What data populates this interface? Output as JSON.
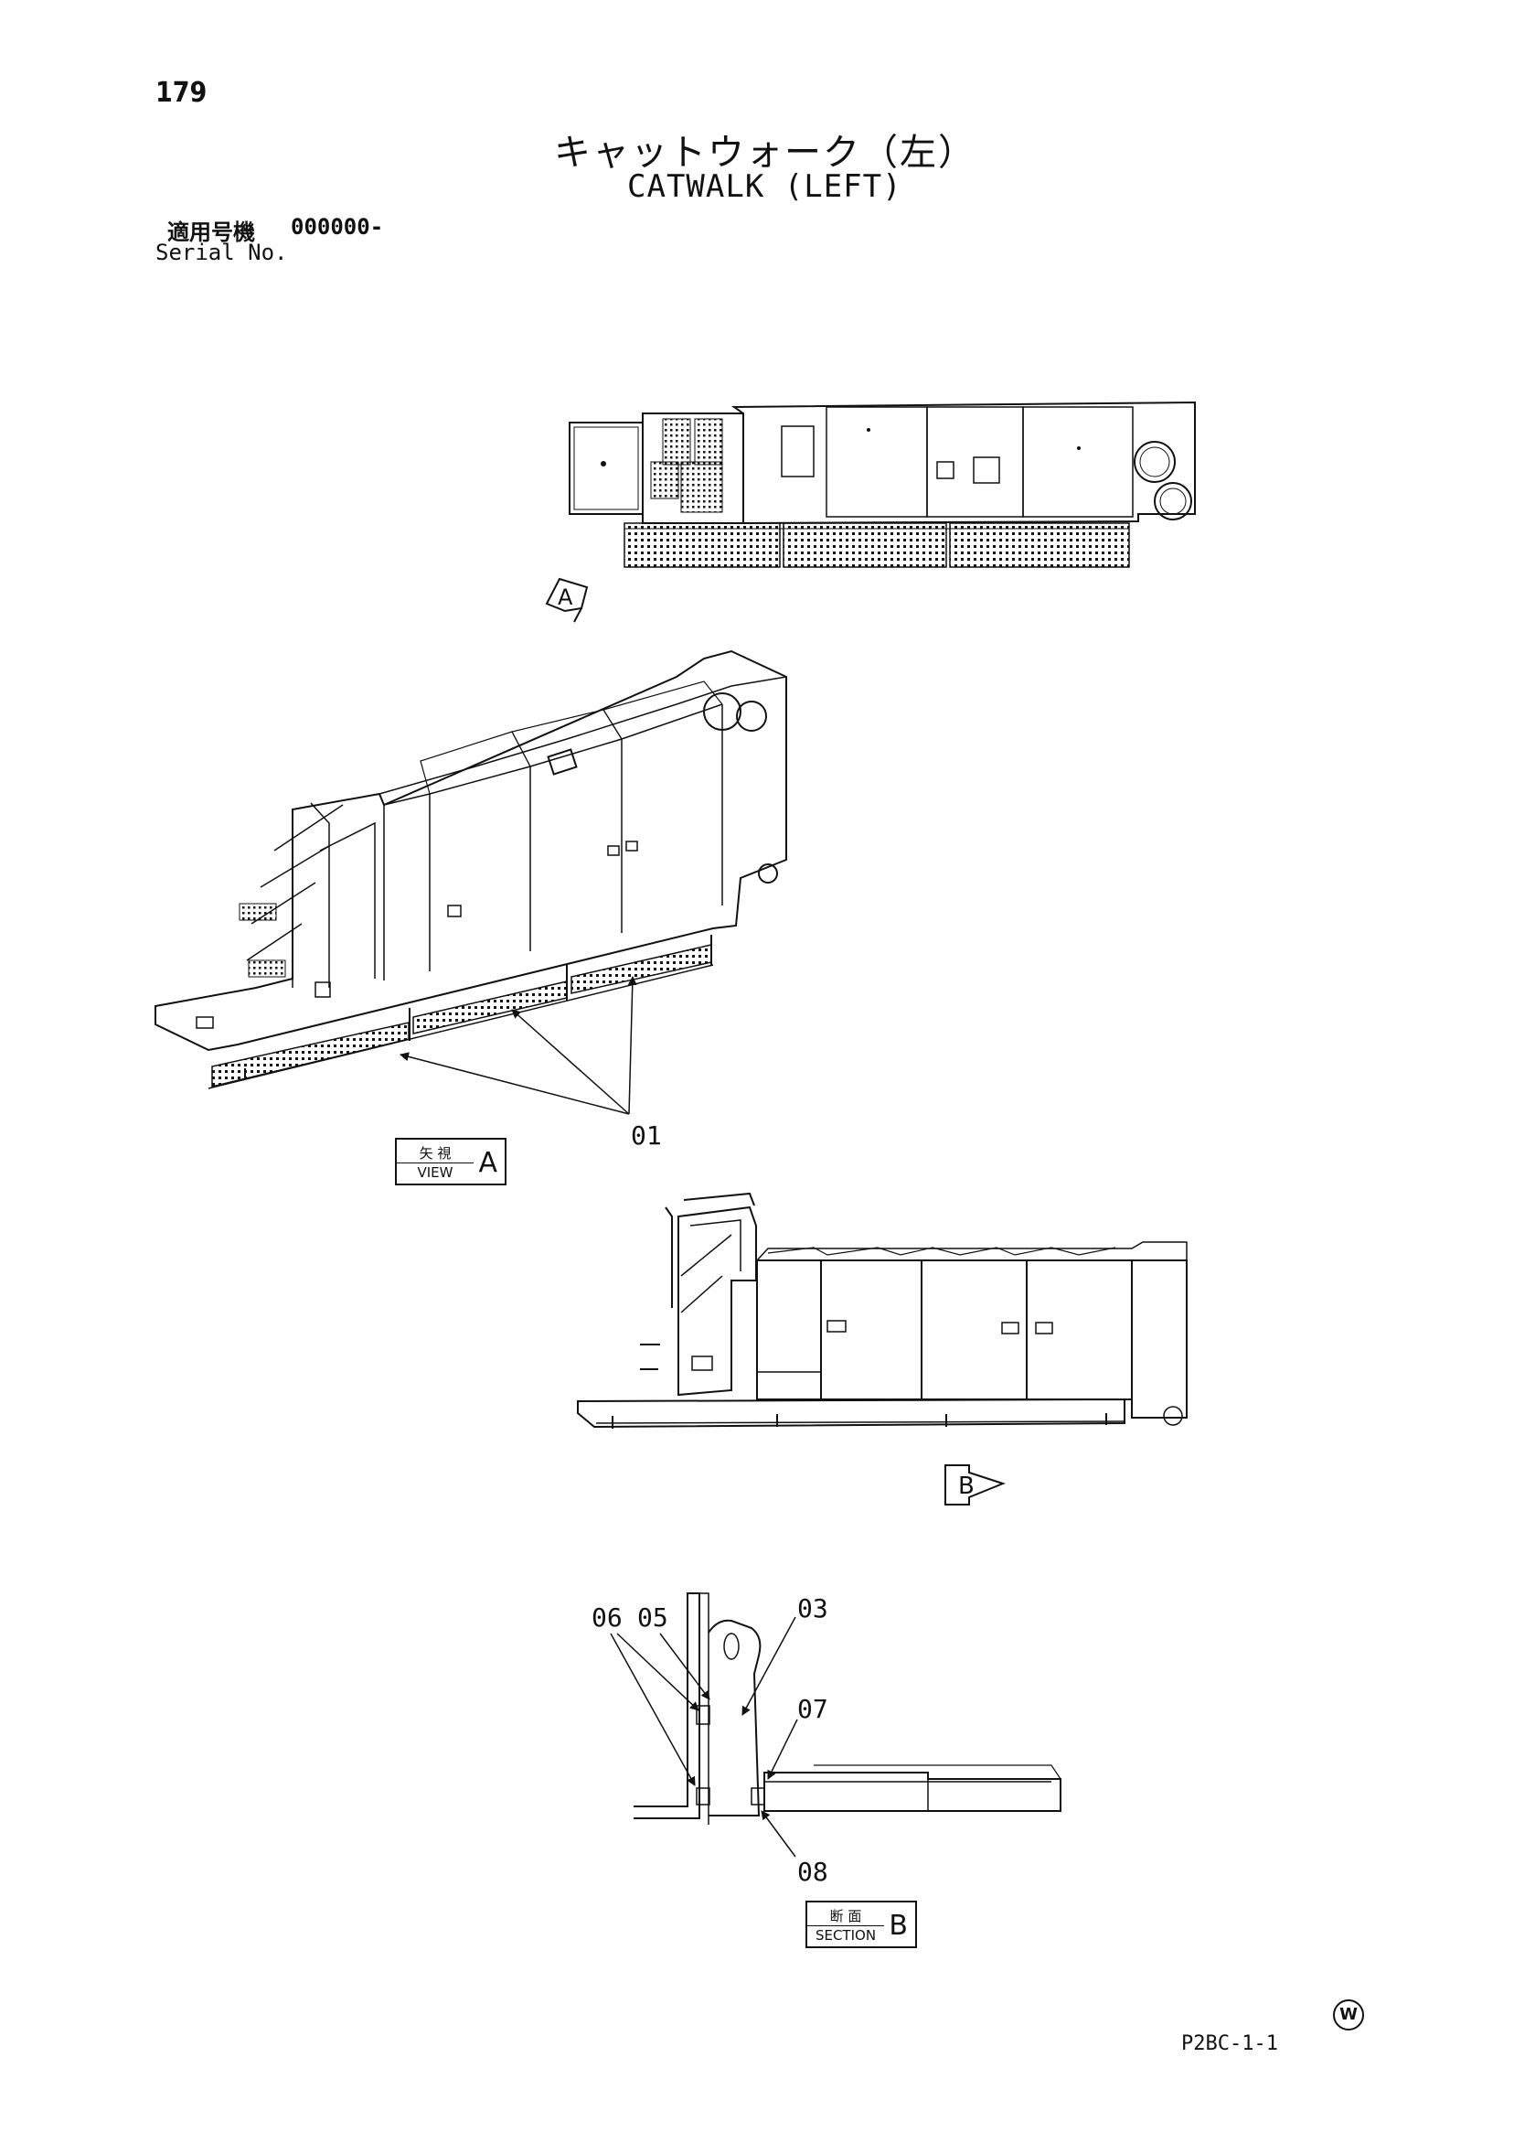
{
  "page": {
    "number": "179",
    "title_jp": "キャットウォーク（左）",
    "title_en": "CATWALK (LEFT)",
    "serial_jp": "適用号機",
    "serial_value": "000000-",
    "serial_en": "Serial No.",
    "ref_code": "P2BC-1-1",
    "symbol": "W"
  },
  "view_markers": {
    "a": "A",
    "b": "B"
  },
  "view_a_box": {
    "jp": "矢 視",
    "en": "VIEW",
    "letter": "A"
  },
  "section_b_box": {
    "jp": "断 面",
    "en": "SECTION",
    "letter": "B"
  },
  "parts": {
    "p01": "01",
    "p03": "03",
    "p05": "05",
    "p06": "06",
    "p07": "07",
    "p08": "08"
  },
  "colors": {
    "ink": "#111111",
    "paper": "#ffffff"
  }
}
